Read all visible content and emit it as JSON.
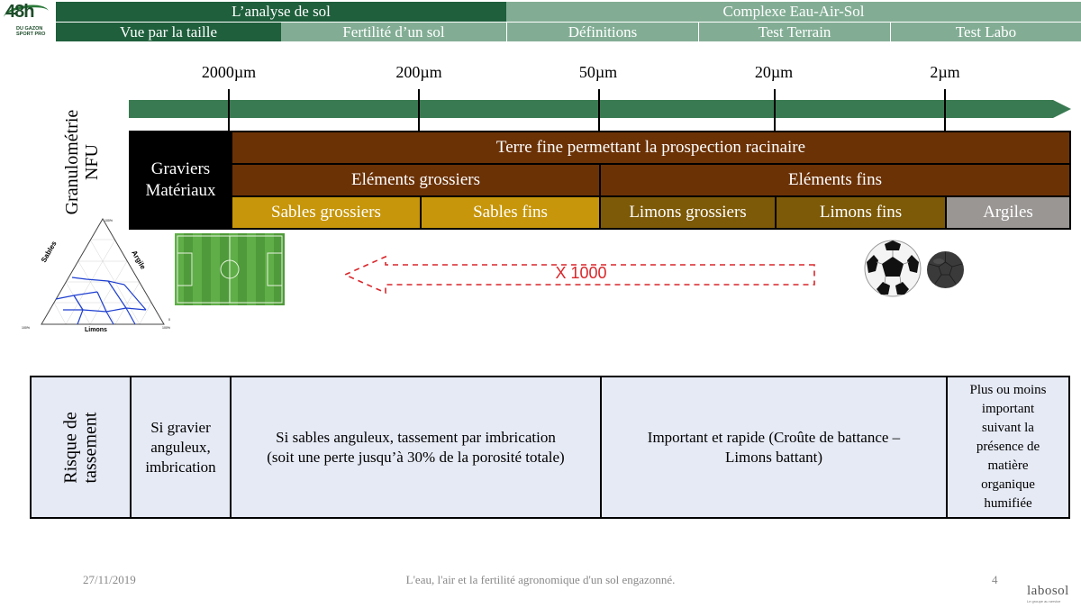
{
  "logo": {
    "number": "48h",
    "subtitle_line1": "DU GAZON",
    "subtitle_line2": "SPORT PRO"
  },
  "nav": {
    "sections": [
      "L’analyse  de sol",
      "Complexe Eau-Air-Sol"
    ],
    "tabs": [
      "Vue par la taille",
      "Fertilité d’un sol",
      "Définitions",
      "Test Terrain",
      "Test Labo"
    ],
    "active_tab": "Vue par la taille"
  },
  "scale": {
    "ticks": [
      "2000µm",
      "200µm",
      "50µm",
      "20µm",
      "2µm"
    ]
  },
  "granulometry": {
    "row_label_line1": "Granulométrie",
    "row_label_line2": "NFU",
    "graviers_line1": "Graviers",
    "graviers_line2": "Matériaux",
    "fine_earth": "Terre fine permettant la prospection racinaire",
    "coarse": "Eléments grossiers",
    "fine": "Eléments fins",
    "classes": [
      "Sables grossiers",
      "Sables fins",
      "Limons grossiers",
      "Limons fins",
      "Argiles"
    ]
  },
  "triangle": {
    "left_label": "Sables",
    "right_label": "Argile",
    "bottom_label": "Limons",
    "pct_top": "100%",
    "pct_left": "100%",
    "pct_right": "100%",
    "pct_zero": "0"
  },
  "ratio_label": "X 1000",
  "risk_table": {
    "row_header_line1": "Risque de",
    "row_header_line2": "tassement",
    "gravel_line1": "Si gravier",
    "gravel_line2": "anguleux,",
    "gravel_line3": "imbrication",
    "sand_line1": "Si sables anguleux, tassement par imbrication",
    "sand_line2": "(soit une perte jusqu’à 30% de la porosité totale)",
    "silt_line1": "Important  et rapide (Croûte de battance –",
    "silt_line2": "Limons battant)",
    "clay_lines": [
      "Plus ou moins",
      "important",
      "suivant la",
      "présence de",
      "matière",
      "organique",
      "humifiée"
    ]
  },
  "footer": {
    "date": "27/11/2019",
    "title": "L'eau, l'air et la fertilité  agronomique  d'un sol engazonné.",
    "page": "4",
    "brand": "labosol",
    "brand_tagline": "Le groupe au service"
  },
  "colors": {
    "nav_dark": "#1f5f3c",
    "nav_light": "#82ad94",
    "arrow": "#3a7a52",
    "brown": "#6b3206",
    "gold": "#c7960a",
    "olive": "#7d5a08",
    "grey": "#9a9694",
    "risk_fill": "#e6eaf5",
    "ratio_red": "#d9262a"
  }
}
